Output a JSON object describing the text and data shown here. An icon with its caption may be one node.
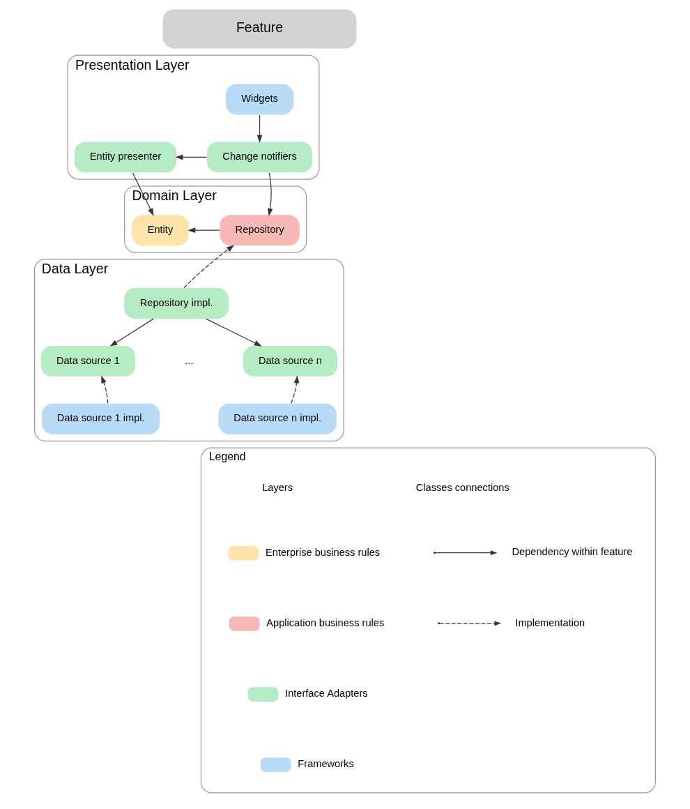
{
  "diagram": {
    "nodes": [
      {
        "text": [
          "Feature"
        ]
      },
      {
        "text": [
          "Presentation Layer"
        ]
      },
      {
        "text": [
          "Widgets"
        ],
        "in": 1
      },
      {
        "text": [
          "Change notifiers"
        ],
        "in": 1
      },
      {
        "text": [
          "Entity presenter"
        ],
        "in": 1
      },
      {
        "text": [
          "Domain Layer"
        ]
      },
      {
        "text": [
          "Repository"
        ],
        "in": 5
      },
      {
        "text": [
          "Entity"
        ],
        "in": 5
      },
      {
        "text": [
          "Data Layer"
        ]
      },
      {
        "text": [
          "Repository impl."
        ],
        "in": 8
      },
      {
        "text": [
          "Data source 1"
        ],
        "in": 8
      },
      {
        "text": [
          "Data source n"
        ],
        "in": 8
      },
      {
        "text": [
          "Data source 1 impl."
        ],
        "in": 8
      },
      {
        "text": [
          "Data source n impl."
        ],
        "in": 8
      },
      {
        "text": [
          "Legend"
        ]
      }
    ],
    "edges": [
      {
        "from": 2,
        "to": 3,
        "arrow": "to"
      },
      {
        "from": 3,
        "to": 4,
        "arrow": "to"
      },
      {
        "from": 3,
        "to": 6,
        "arrow": "to"
      },
      {
        "from": 4,
        "to": 7,
        "arrow": "to"
      },
      {
        "from": 6,
        "to": 7,
        "arrow": "to"
      },
      {
        "from": 9,
        "to": 6,
        "arrow": "to",
        "style": "dashed"
      },
      {
        "from": 9,
        "to": 10,
        "arrow": "to"
      },
      {
        "from": 9,
        "to": 11,
        "arrow": "to"
      },
      {
        "from": 12,
        "to": 10,
        "arrow": "to",
        "style": "dashed"
      },
      {
        "from": 13,
        "to": 11,
        "arrow": "to",
        "style": "dashed"
      }
    ],
    "labels": [
      "...",
      "Layers",
      "Classes connections"
    ],
    "legend": [
      {
        "text": "Enterprise business rules",
        "color": "#fde3a7"
      },
      {
        "text": "Application business rules",
        "color": "#f9b8b8"
      },
      {
        "text": "Interface Adapters",
        "color": "#b5ecc4"
      },
      {
        "text": "Frameworks",
        "color": "#b8dcf7"
      },
      {
        "text": "Dependency within feature"
      },
      {
        "text": "Implementation"
      }
    ]
  }
}
